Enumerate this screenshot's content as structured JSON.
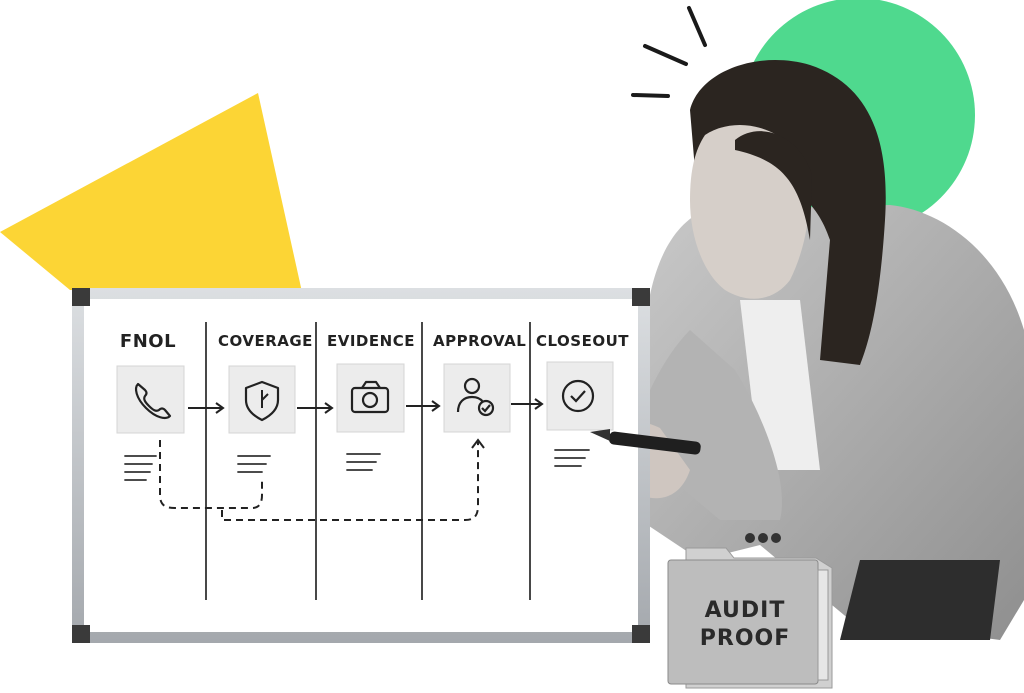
{
  "board": {
    "stages": [
      {
        "label": "FNOL",
        "icon": "phone-icon"
      },
      {
        "label": "COVERAGE",
        "icon": "shield-icon"
      },
      {
        "label": "EVIDENCE",
        "icon": "camera-icon"
      },
      {
        "label": "APPROVAL",
        "icon": "user-check-icon"
      },
      {
        "label": "CLOSEOUT",
        "icon": "check-circle-icon"
      }
    ]
  },
  "folder": {
    "line1": "AUDIT",
    "line2": "PROOF"
  },
  "colors": {
    "accent_green": "#4fd98e",
    "accent_yellow": "#fcd535",
    "board_frame": "#b9bcc0",
    "board_surface": "#ffffff",
    "ink": "#222222"
  }
}
